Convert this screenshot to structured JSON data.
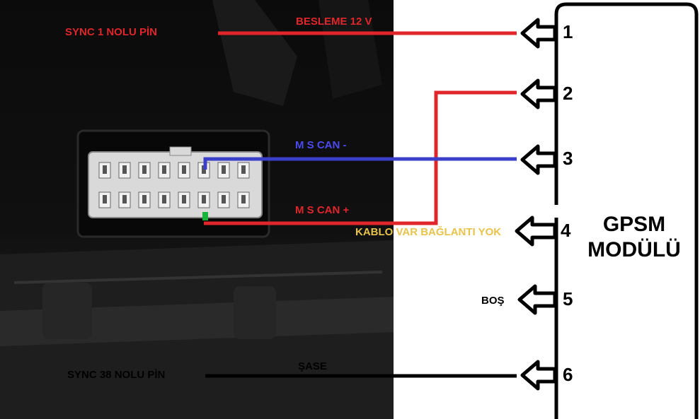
{
  "module": {
    "title_line1": "GPSM",
    "title_line2": "MODÜLÜ"
  },
  "pins": [
    "1",
    "2",
    "3",
    "4",
    "5",
    "6"
  ],
  "labels": {
    "sync1": "SYNC 1 NOLU PİN",
    "besleme": "BESLEME 12 V",
    "ms_can_minus": "M S   CAN -",
    "ms_can_plus": "M S   CAN +",
    "kablo_var": "KABLO VAR BAĞLANTI YOK",
    "bos": "BOŞ",
    "sync38": "SYNC 38 NOLU PİN",
    "sase": "ŞASE"
  },
  "colors": {
    "red_wire": "#e0262b",
    "blue_wire": "#3b3ec8",
    "black_wire": "#000000",
    "green_mark": "#19b33a",
    "label_red": "#e0262b",
    "label_blue": "#4a4af0",
    "label_yellow": "#e8c34a",
    "photo_bg": "#0d0d0d"
  }
}
